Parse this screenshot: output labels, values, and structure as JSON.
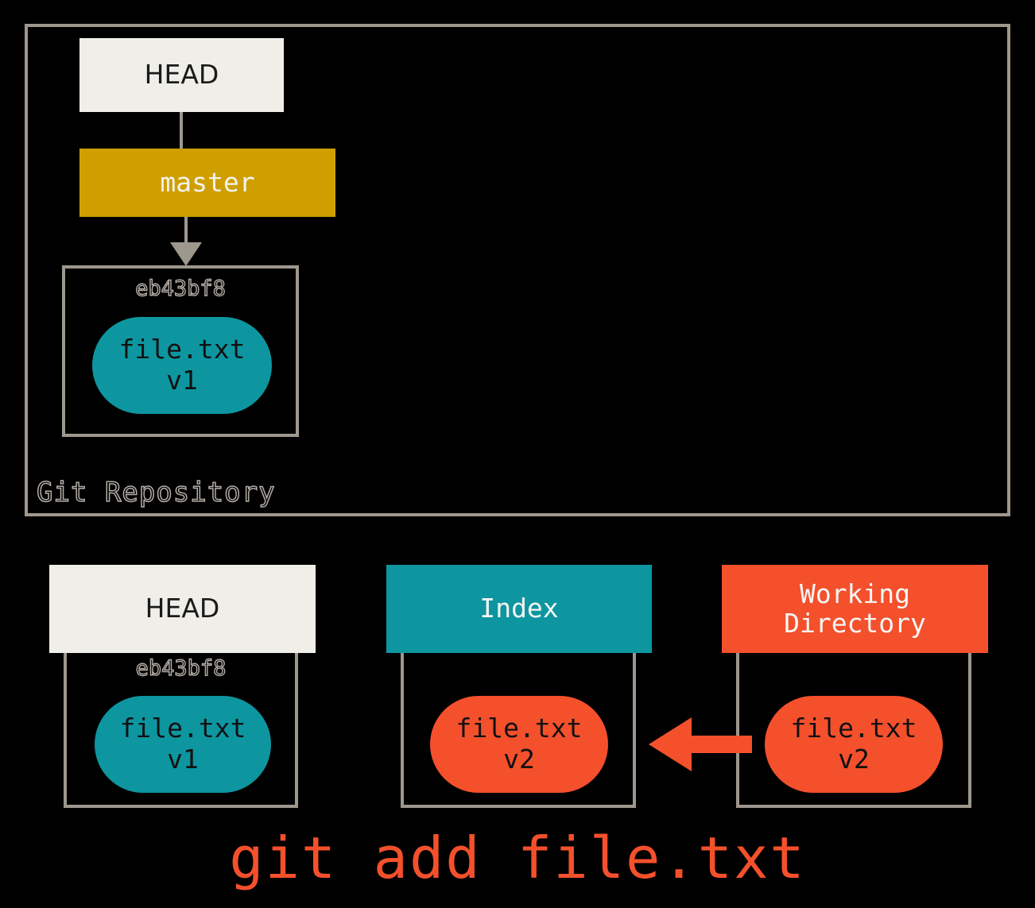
{
  "diagram": {
    "title": "git add file.txt",
    "colors": {
      "background": "#000000",
      "border_gray": "#9e978e",
      "head_cream": "#efeee8",
      "branch_gold": "#cf9f00",
      "teal": "#0d96a0",
      "orange_red": "#f4502c"
    },
    "repository": {
      "label": "Git Repository",
      "head": {
        "label": "HEAD"
      },
      "branch": {
        "label": "master"
      },
      "commit": {
        "hash": "eb43bf8",
        "blob": {
          "filename": "file.txt",
          "version": "v1",
          "text": "file.txt\nv1"
        }
      }
    },
    "stages": [
      {
        "id": "head",
        "header": "HEAD",
        "header_style": "cream",
        "hash": "eb43bf8",
        "blob": {
          "filename": "file.txt",
          "version": "v1",
          "text": "file.txt\nv1"
        }
      },
      {
        "id": "index",
        "header": "Index",
        "header_style": "teal",
        "hash": "",
        "blob": {
          "filename": "file.txt",
          "version": "v2",
          "text": "file.txt\nv2"
        }
      },
      {
        "id": "working-directory",
        "header": "Working\nDirectory",
        "header_style": "orange",
        "hash": "",
        "blob": {
          "filename": "file.txt",
          "version": "v2",
          "text": "file.txt\nv2"
        }
      }
    ],
    "arrows": [
      {
        "from": "head",
        "to": "master",
        "style": "line",
        "color": "#9e978e"
      },
      {
        "from": "master",
        "to": "commit",
        "style": "arrow",
        "color": "#9e978e"
      },
      {
        "from": "working-directory",
        "to": "index",
        "style": "arrow",
        "color": "#f4502c",
        "direction": "left"
      }
    ],
    "command": "git add file.txt"
  }
}
